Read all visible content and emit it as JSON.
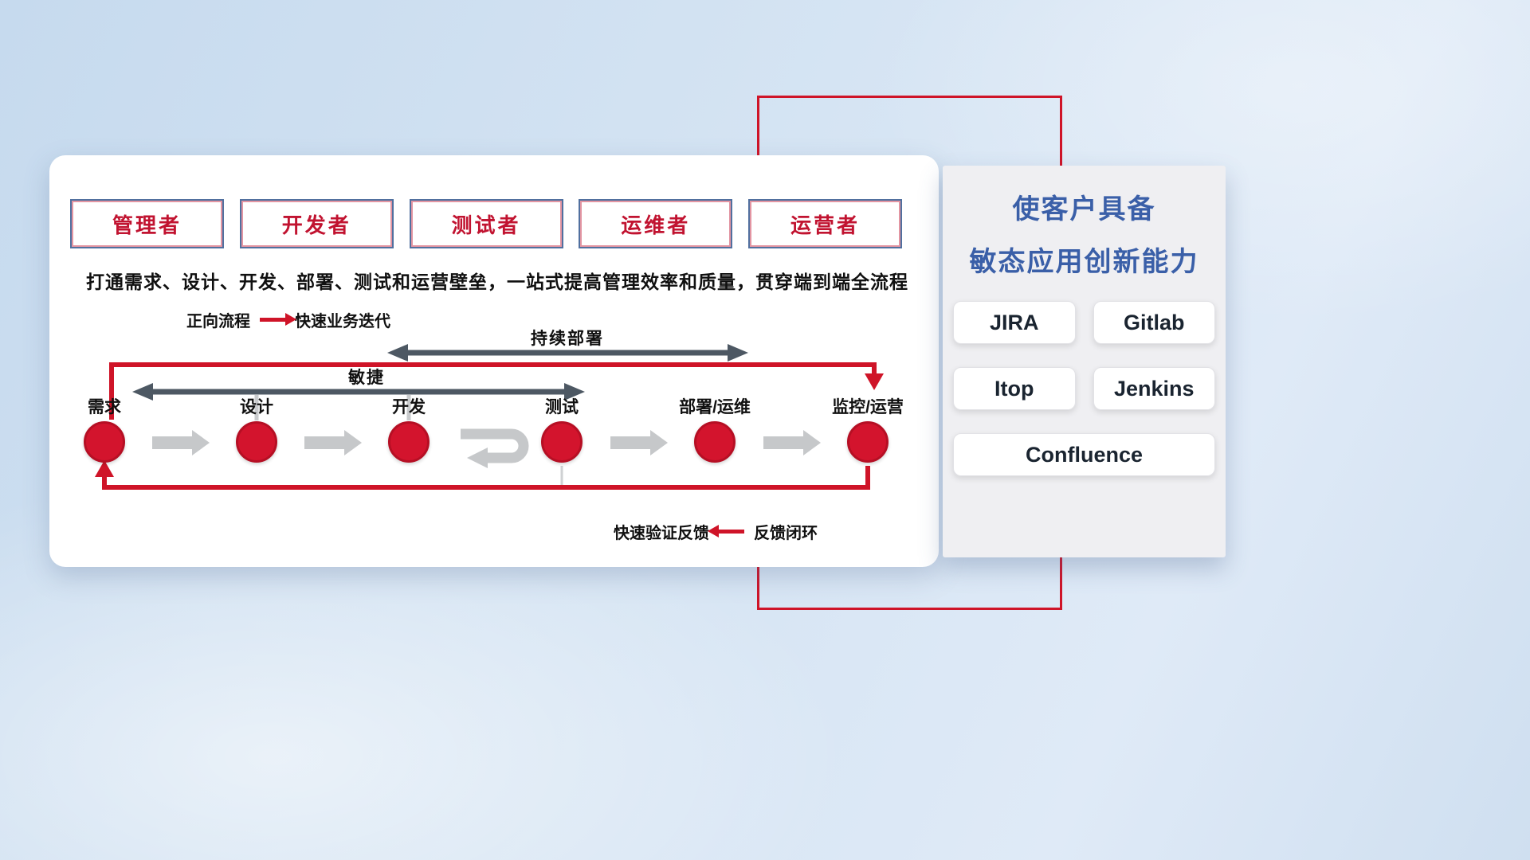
{
  "roles": [
    "管理者",
    "开发者",
    "测试者",
    "运维者",
    "运营者"
  ],
  "subtitle": "打通需求、设计、开发、部署、测试和运营壁垒，一站式提高管理效率和质量，贯穿端到端全流程",
  "legend_forward": {
    "label": "正向流程",
    "desc": "快速业务迭代"
  },
  "legend_feedback": {
    "label": "快速验证反馈",
    "desc": "反馈闭环"
  },
  "flow": {
    "stages": [
      "需求",
      "设计",
      "开发",
      "测试",
      "部署/运维",
      "监控/运营"
    ],
    "agile_label": "敏捷",
    "cd_label": "持续部署"
  },
  "panel": {
    "title_line1": "使客户具备",
    "title_line2": "敏态应用创新能力",
    "tools": [
      "JIRA",
      "Gitlab",
      "Itop",
      "Jenkins",
      "Confluence"
    ]
  },
  "colors": {
    "accent_red": "#cf1428",
    "title_blue": "#3a5fa8",
    "span_arrow_dark": "#4d5863",
    "flow_arrow_gray": "#c6c8ca",
    "role_border_blue": "#51709f",
    "role_text_red": "#c11330"
  }
}
